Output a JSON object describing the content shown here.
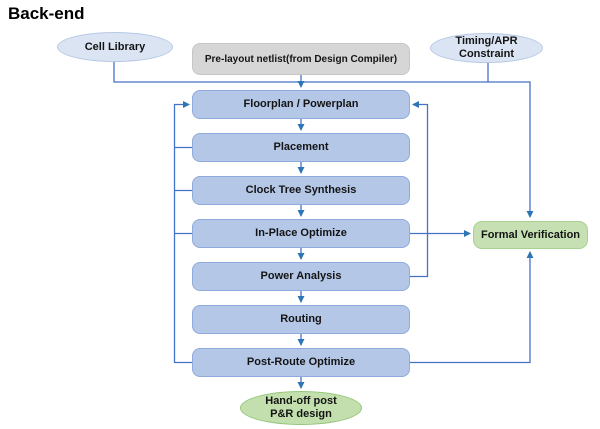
{
  "title": "Back-end",
  "colors": {
    "connector": "#4472c4",
    "arrowhead": "#2e75b6",
    "step_fill": "#b4c7e7",
    "step_border": "#8faadc",
    "source_ellipse_fill": "#dbe4f3",
    "source_ellipse_border": "#b7c9e5",
    "netlist_fill": "#d6d6d6",
    "verification_fill": "#c6e0b4",
    "verification_border": "#a9d18e",
    "handoff_fill": "#c2dfad",
    "handoff_border": "#95c578",
    "text": "#141414"
  },
  "nodes": {
    "cell_library": "Cell Library",
    "prelayout_netlist": "Pre-layout netlist(from Design Compiler)",
    "timing_constraint": "Timing/APR Constraint",
    "formal_verification": "Formal Verification",
    "handoff": "Hand-off post P&R design"
  },
  "steps": [
    {
      "label": "Floorplan / Powerplan"
    },
    {
      "label": "Placement"
    },
    {
      "label": "Clock Tree Synthesis"
    },
    {
      "label": "In-Place Optimize"
    },
    {
      "label": "Power Analysis"
    },
    {
      "label": "Routing"
    },
    {
      "label": "Post-Route Optimize"
    }
  ]
}
